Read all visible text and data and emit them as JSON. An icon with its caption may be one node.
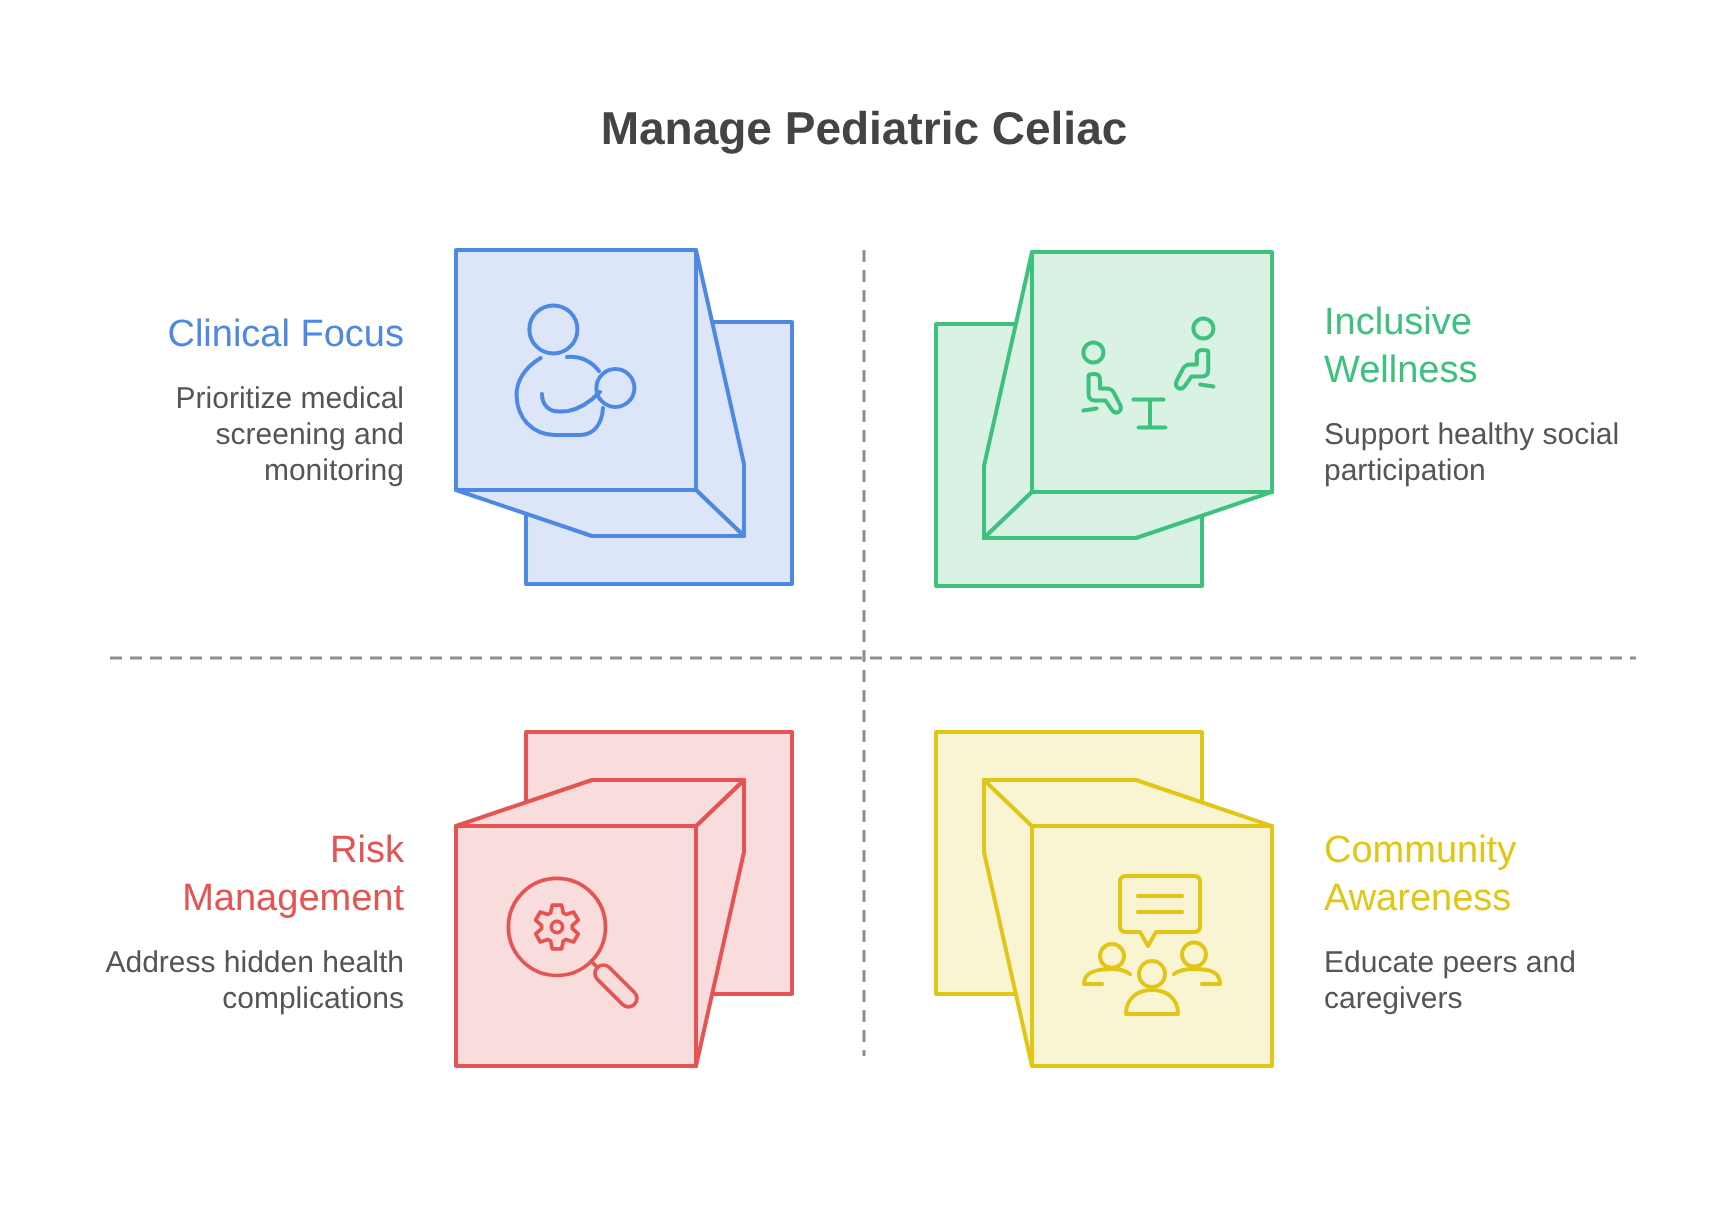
{
  "diagram": {
    "title": "Manage Pediatric Celiac",
    "nodes": [
      {
        "text": [],
        "shape": "box",
        "beside": [
          "Clinical Focus",
          "Prioritize medical screening and monitoring"
        ]
      },
      {
        "text": [],
        "shape": "box",
        "beside": [
          "Inclusive Wellness",
          "Support healthy social participation"
        ]
      },
      {
        "text": [],
        "shape": "box",
        "beside": [
          "Risk Management",
          "Address hidden health complications"
        ]
      },
      {
        "text": [],
        "shape": "box",
        "beside": [
          "Community Awareness",
          "Educate peers and caregivers"
        ]
      }
    ]
  }
}
